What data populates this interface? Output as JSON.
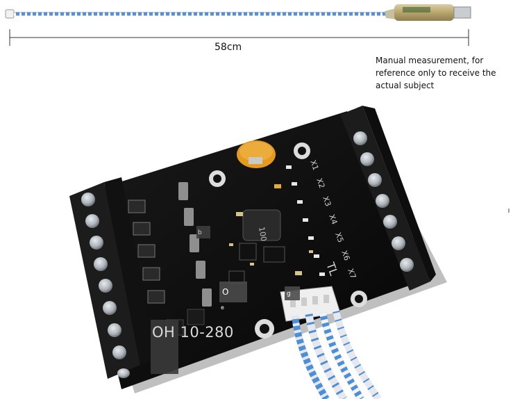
{
  "measurement": {
    "length_label": "58cm"
  },
  "note": {
    "lines": [
      "Manual measurement, for",
      "reference only to receive the",
      "actual subject"
    ]
  },
  "board": {
    "chip_marking": "100",
    "label_tl": "TL",
    "channel_labels": [
      "X1",
      "X2",
      "X3",
      "X4",
      "X5",
      "X6",
      "X7"
    ]
  },
  "overlays": {
    "model_text": "OH 10-280",
    "small_o": "O",
    "small_g": "g",
    "small_e": "e",
    "small_b": "b"
  },
  "colors": {
    "pcb": "#0c0c0c",
    "terminal": "#1b1b1b",
    "screw": "#b9bec4",
    "cable_blue": "#4a8fd8",
    "cable_white": "#e7e7ee",
    "battery": "#e39a1e"
  }
}
